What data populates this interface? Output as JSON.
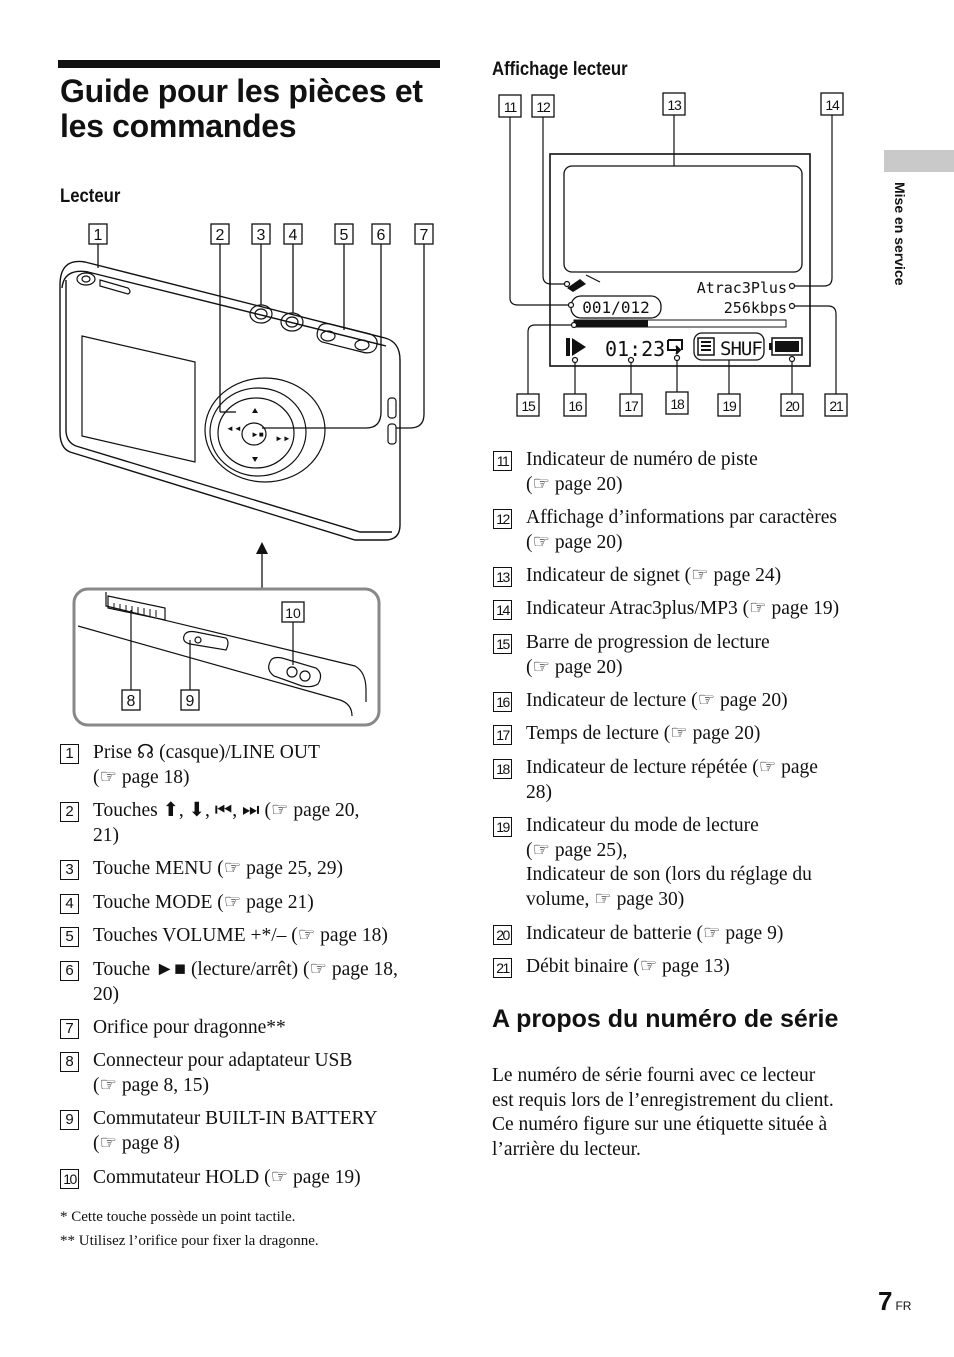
{
  "title": "Guide pour les pièces et les commandes",
  "side_tab_label": "Mise en service",
  "page_number": "7",
  "page_lang": "FR",
  "player_section": {
    "heading": "Lecteur",
    "callouts": [
      "1",
      "2",
      "3",
      "4",
      "5",
      "6",
      "7",
      "8",
      "9",
      "10"
    ],
    "legend": [
      {
        "num": "1",
        "lines": [
          "Prise ☊ (casque)/LINE OUT",
          "(☞ page 18)"
        ]
      },
      {
        "num": "2",
        "lines": [
          "Touches ⬆, ⬇, ⏮, ⏭ (☞ page 20,",
          "21)"
        ]
      },
      {
        "num": "3",
        "lines": [
          "Touche MENU (☞ page 25, 29)"
        ]
      },
      {
        "num": "4",
        "lines": [
          "Touche MODE (☞ page 21)"
        ]
      },
      {
        "num": "5",
        "lines": [
          "Touches VOLUME +*/– (☞ page 18)"
        ]
      },
      {
        "num": "6",
        "lines": [
          "Touche ►■ (lecture/arrêt) (☞ page 18,",
          "20)"
        ]
      },
      {
        "num": "7",
        "lines": [
          "Orifice pour dragonne**"
        ]
      },
      {
        "num": "8",
        "lines": [
          "Connecteur pour adaptateur USB",
          "(☞ page 8, 15)"
        ]
      },
      {
        "num": "9",
        "lines": [
          "Commutateur BUILT-IN BATTERY",
          "(☞ page 8)"
        ]
      },
      {
        "num": "10",
        "lines": [
          "Commutateur HOLD (☞ page 19)"
        ]
      }
    ],
    "footnotes": [
      "*  Cette touche possède un point tactile.",
      "** Utilisez l’orifice pour fixer la dragonne."
    ]
  },
  "display_section": {
    "heading": "Affichage lecteur",
    "lcd": {
      "codec": "Atrac3Plus",
      "bitrate": "256kbps",
      "track": "001/012",
      "time": "01:23",
      "mode": "SHUF"
    },
    "callouts": [
      "11",
      "12",
      "13",
      "14",
      "15",
      "16",
      "17",
      "18",
      "19",
      "20",
      "21"
    ],
    "legend": [
      {
        "num": "11",
        "lines": [
          "Indicateur de numéro de piste",
          "(☞ page 20)"
        ]
      },
      {
        "num": "12",
        "lines": [
          "Affichage d’informations par caractères",
          "(☞ page 20)"
        ]
      },
      {
        "num": "13",
        "lines": [
          "Indicateur de signet (☞ page 24)"
        ]
      },
      {
        "num": "14",
        "lines": [
          "Indicateur Atrac3plus/MP3 (☞ page 19)"
        ]
      },
      {
        "num": "15",
        "lines": [
          "Barre de progression de lecture",
          "(☞ page 20)"
        ]
      },
      {
        "num": "16",
        "lines": [
          "Indicateur de lecture (☞ page 20)"
        ]
      },
      {
        "num": "17",
        "lines": [
          "Temps de lecture (☞ page 20)"
        ]
      },
      {
        "num": "18",
        "lines": [
          "Indicateur de lecture répétée (☞ page",
          "28)"
        ]
      },
      {
        "num": "19",
        "lines": [
          "Indicateur du mode de lecture",
          "(☞ page 25),",
          "Indicateur de son (lors du réglage du",
          "volume, ☞ page 30)"
        ]
      },
      {
        "num": "20",
        "lines": [
          "Indicateur de batterie (☞ page 9)"
        ]
      },
      {
        "num": "21",
        "lines": [
          "Débit binaire (☞ page 13)"
        ]
      }
    ]
  },
  "serial_section": {
    "heading": "A propos du numéro de série",
    "body": [
      "Le numéro de série fourni avec ce lecteur",
      "est requis lors de l’enregistrement du client.",
      "Ce numéro figure sur une étiquette située à",
      "l’arrière du lecteur."
    ]
  }
}
